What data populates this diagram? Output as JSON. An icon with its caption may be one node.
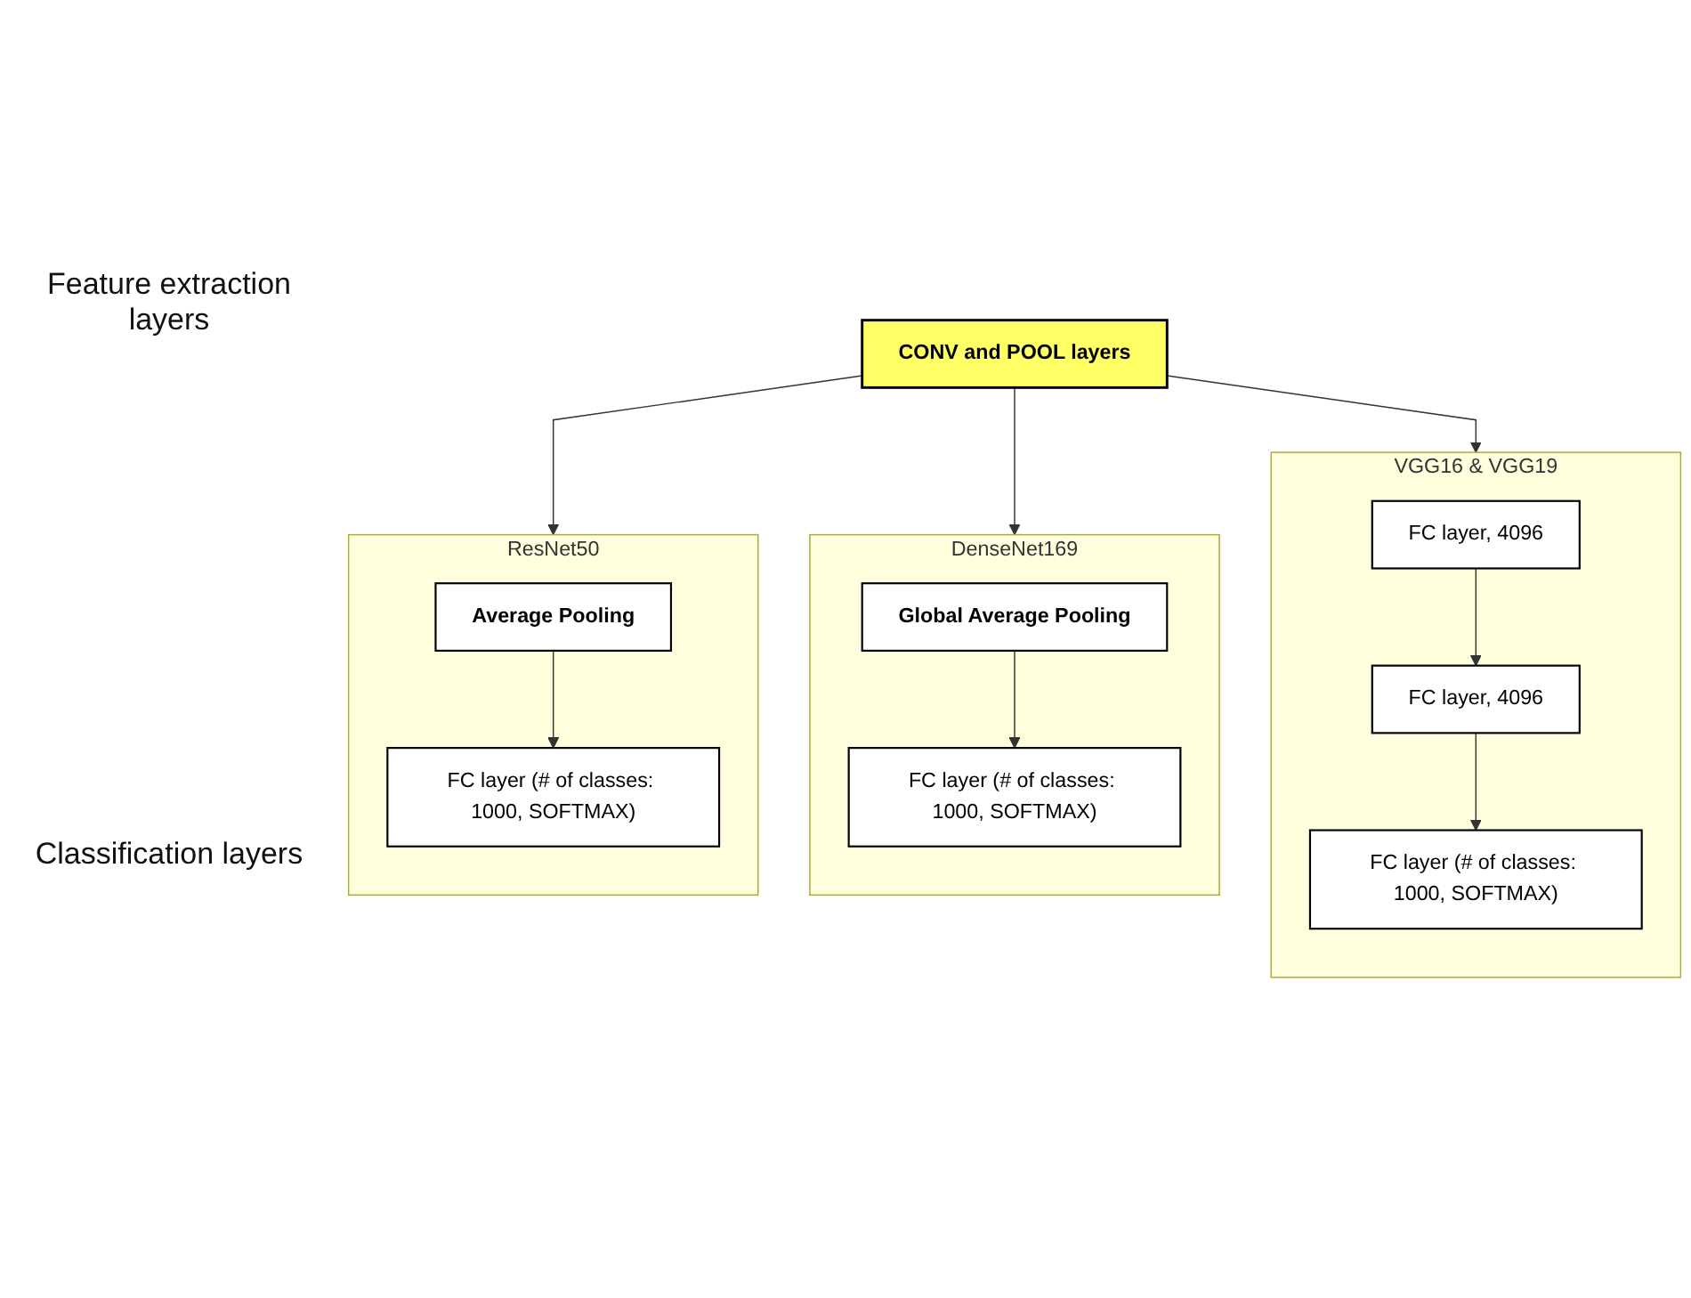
{
  "diagram": {
    "nodes": [
      {
        "text": [
          "CONV and POOL layers"
        ]
      },
      {
        "text": [
          "ResNet50"
        ]
      },
      {
        "text": [
          "Average Pooling"
        ],
        "in": 1
      },
      {
        "text": [
          "FC layer (# of classes: 1000, SOFTMAX)"
        ],
        "in": 1
      },
      {
        "text": [
          "DenseNet169"
        ]
      },
      {
        "text": [
          "Global Average Pooling"
        ],
        "in": 4
      },
      {
        "text": [
          "FC layer (# of classes: 1000, SOFTMAX)"
        ],
        "in": 4
      },
      {
        "text": [
          "VGG16 & VGG19"
        ]
      },
      {
        "text": [
          "FC layer, 4096"
        ],
        "in": 7
      },
      {
        "text": [
          "FC layer, 4096"
        ],
        "in": 7
      },
      {
        "text": [
          "FC layer (# of classes: 1000, SOFTMAX)"
        ],
        "in": 7
      }
    ],
    "edges": [
      {
        "from": 0,
        "to": 1,
        "arrow": "to"
      },
      {
        "from": 0,
        "to": 4,
        "arrow": "to"
      },
      {
        "from": 0,
        "to": 7,
        "arrow": "to"
      },
      {
        "from": 2,
        "to": 3,
        "arrow": "to"
      },
      {
        "from": 5,
        "to": 6,
        "arrow": "to"
      },
      {
        "from": 8,
        "to": 9,
        "arrow": "to"
      },
      {
        "from": 9,
        "to": 10,
        "arrow": "to"
      }
    ],
    "labels": [
      "Feature extraction layers",
      "Classification layers"
    ]
  }
}
